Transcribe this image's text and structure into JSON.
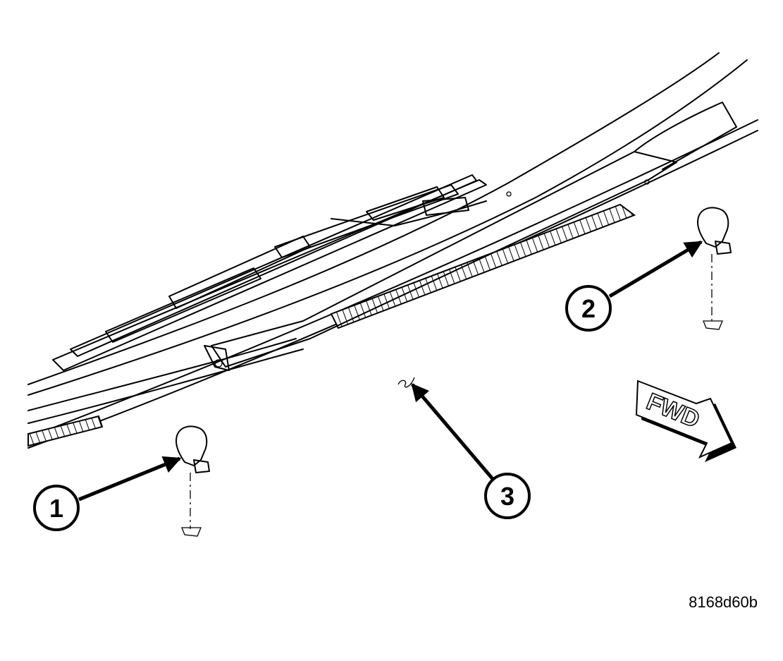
{
  "callouts": [
    {
      "id": "1",
      "label": "1"
    },
    {
      "id": "2",
      "label": "2"
    },
    {
      "id": "3",
      "label": "3"
    }
  ],
  "direction_label": "FWD",
  "figure_id": "8168d60b"
}
